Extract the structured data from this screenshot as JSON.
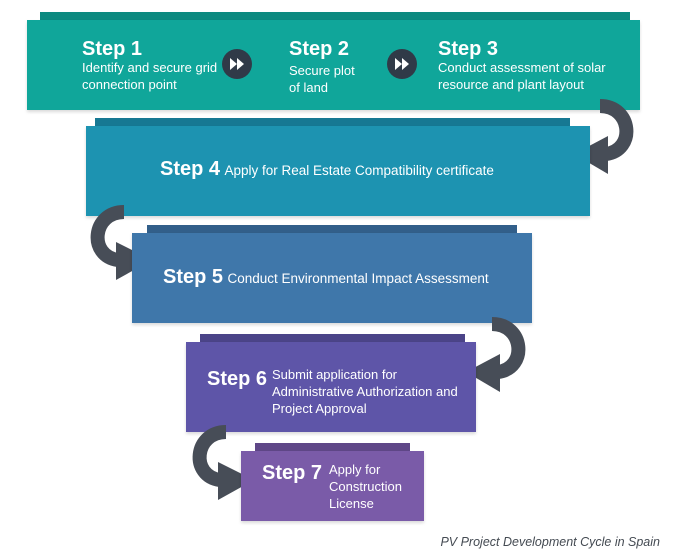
{
  "steps": [
    {
      "label": "Step 1",
      "text": "Identify and secure grid connection point"
    },
    {
      "label": "Step 2",
      "text": "Secure plot of land"
    },
    {
      "label": "Step 3",
      "text": "Conduct assessment of solar resource and plant layout"
    },
    {
      "label": "Step 4",
      "text": "Apply for Real Estate Compatibility certificate"
    },
    {
      "label": "Step 5",
      "text": "Conduct Environmental Impact Assessment"
    },
    {
      "label": "Step 6",
      "text": "Submit application for Administrative Authorization and Project Approval"
    },
    {
      "label": "Step 7",
      "text": "Apply for Construction License"
    }
  ],
  "caption": "PV Project Development Cycle in Spain",
  "colors": {
    "band1": "#10a69a",
    "band1_tab": "#0c8a80",
    "band2": "#1d93b1",
    "band2_tab": "#167893",
    "band3": "#3f77aa",
    "band3_tab": "#325f8a",
    "band4": "#5e55a8",
    "band4_tab": "#4b4488",
    "band5": "#7a5ba8",
    "band5_tab": "#5f4788",
    "arrow": "#474d57",
    "forward_icon": "#303a48"
  },
  "icons": [
    "fast-forward-icon",
    "curved-arrow-icon"
  ]
}
